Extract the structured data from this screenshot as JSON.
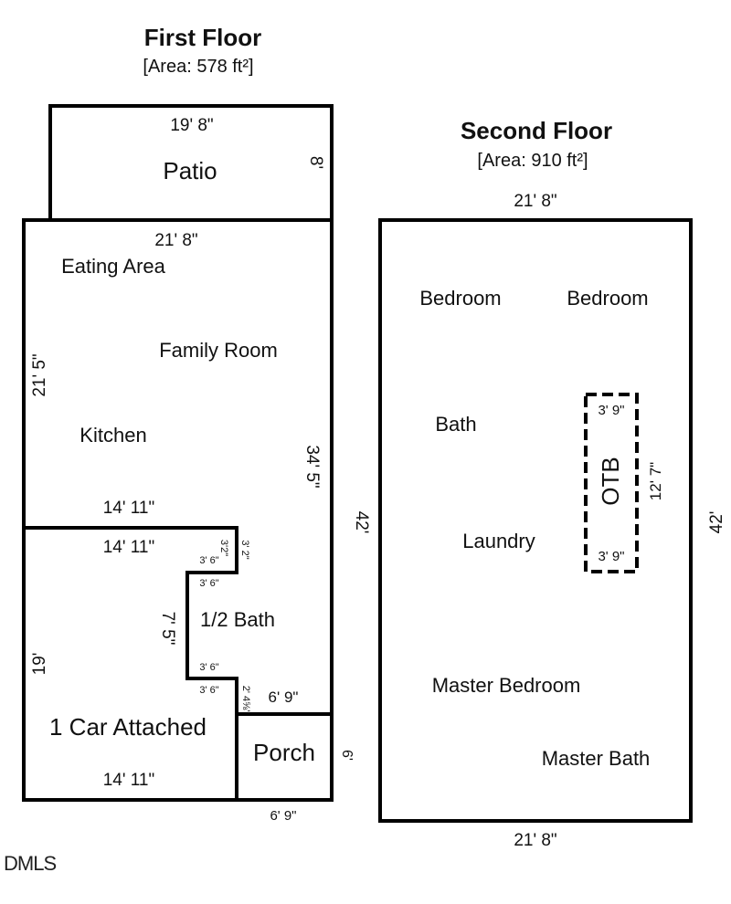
{
  "first_floor": {
    "title": "First Floor",
    "area": "[Area: 578 ft²]",
    "rooms": {
      "patio": "Patio",
      "eating_area": "Eating Area",
      "family_room": "Family Room",
      "kitchen": "Kitchen",
      "half_bath": "1/2 Bath",
      "garage": "1 Car Attached",
      "porch": "Porch"
    },
    "dims": {
      "patio_width": "19' 8\"",
      "patio_depth": "8'",
      "main_width": "21' 8\"",
      "main_left": "21' 5\"",
      "main_right": "34' 5\"",
      "kitchen_bottom": "14' 11\"",
      "garage_top": "14' 11\"",
      "garage_bottom": "14' 11\"",
      "garage_left": "19'",
      "bath_left": "7' 5\"",
      "notch_top_a": "3'2\"",
      "notch_top_b": "3' 2\"",
      "notch_top_w": "3' 6\"",
      "bath_top_w": "3' 6\"",
      "bath_bot_w": "3' 6\"",
      "notch_bot_w": "3' 6\"",
      "notch_bot_h": "2' 4⅝\"",
      "porch_top": "6' 9\"",
      "porch_bottom": "6' 9\"",
      "porch_right": "6'"
    }
  },
  "second_floor": {
    "title": "Second Floor",
    "area": "[Area: 910 ft²]",
    "rooms": {
      "bedroom1": "Bedroom",
      "bedroom2": "Bedroom",
      "bath": "Bath",
      "laundry": "Laundry",
      "otb": "OTB",
      "master_bedroom": "Master Bedroom",
      "master_bath": "Master Bath"
    },
    "dims": {
      "top": "21' 8\"",
      "bottom": "21' 8\"",
      "left": "42'",
      "right": "42'",
      "otb_top": "3' 9\"",
      "otb_bottom": "3' 9\"",
      "otb_side": "12' 7\""
    }
  },
  "watermark": "DMLS"
}
